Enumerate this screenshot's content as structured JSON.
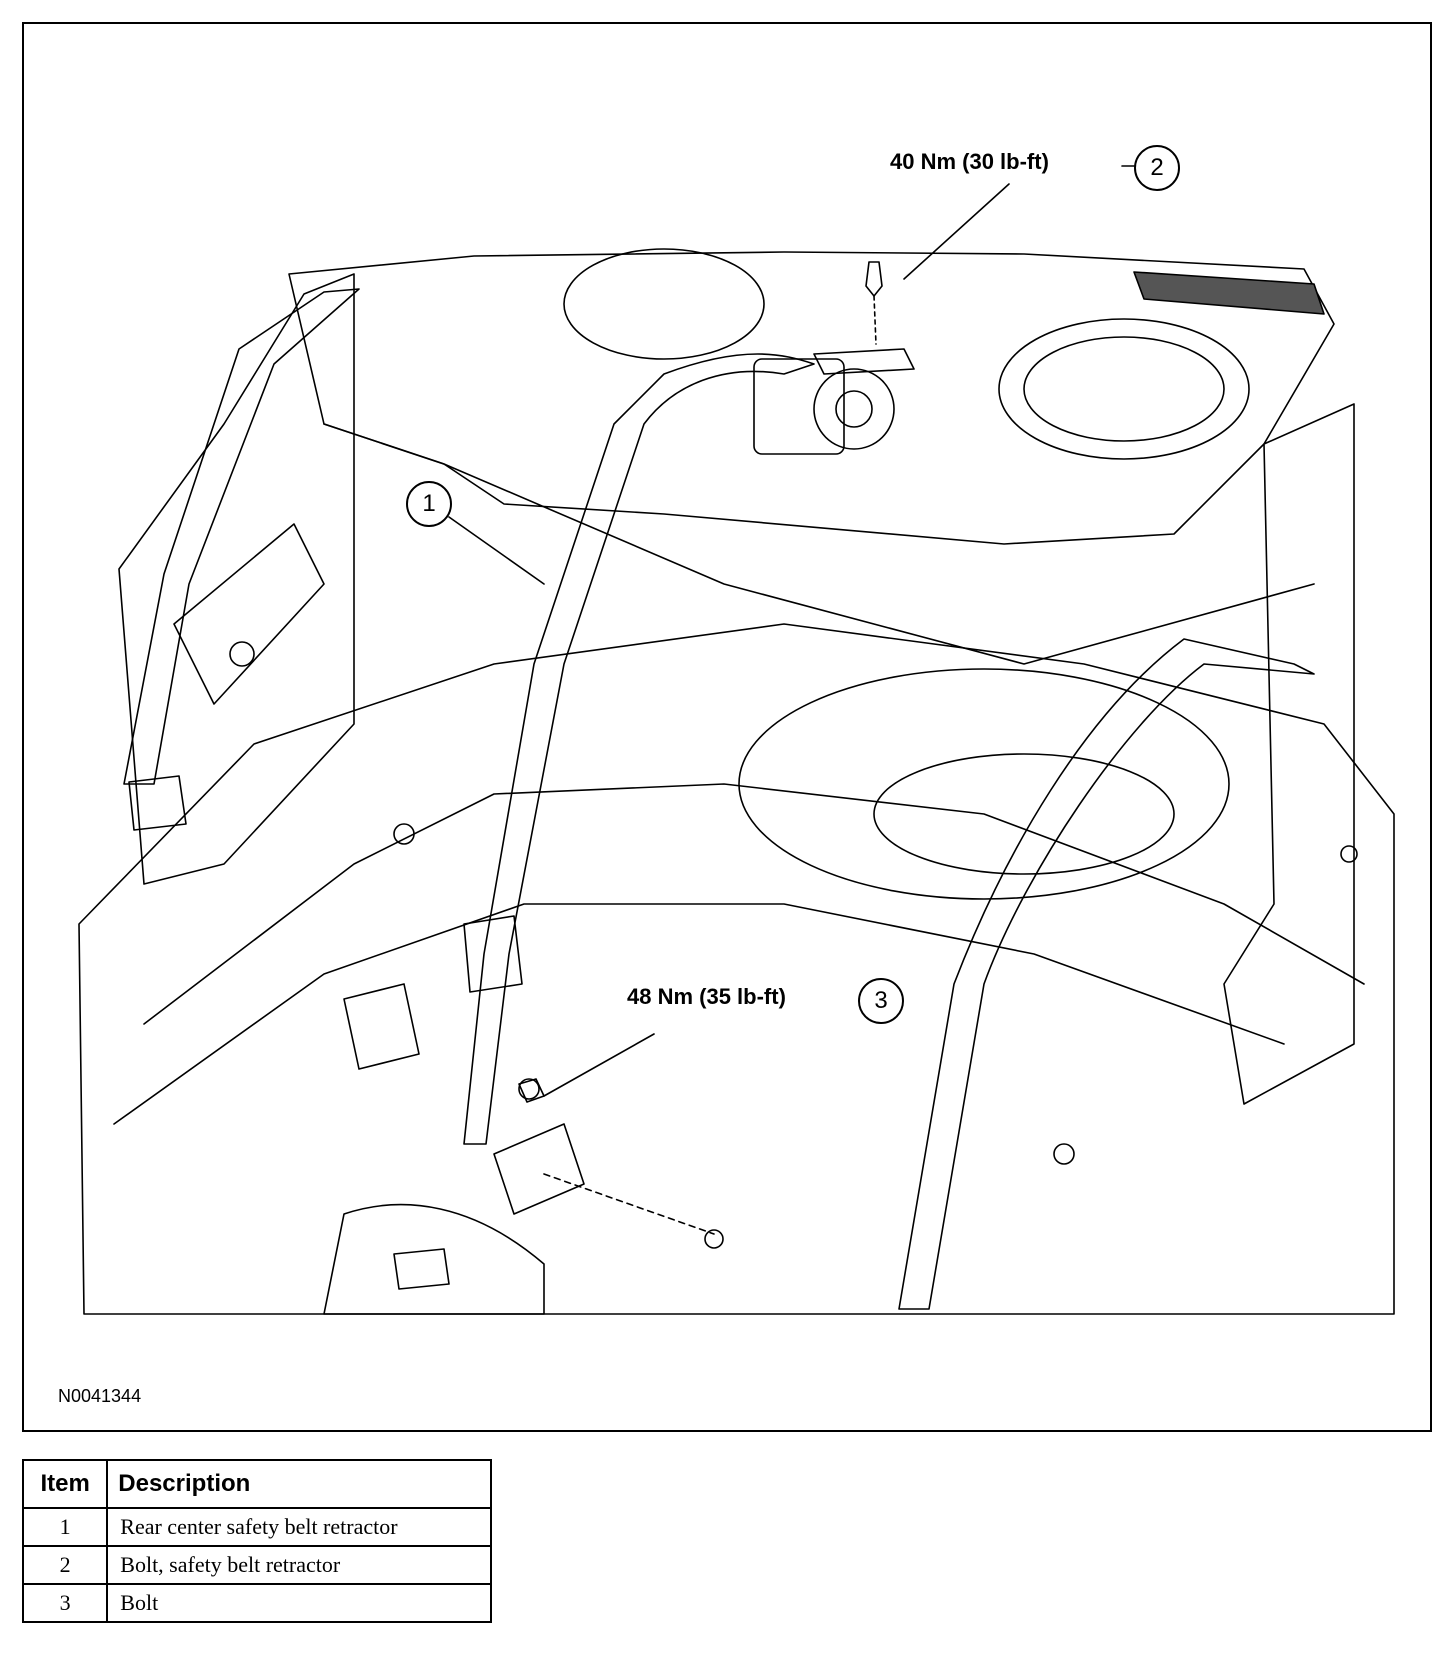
{
  "figure": {
    "id": "N0041344",
    "callouts": [
      {
        "number": "1",
        "torque": ""
      },
      {
        "number": "2",
        "torque": "40 Nm (30 lb-ft)"
      },
      {
        "number": "3",
        "torque": "48 Nm (35 lb-ft)"
      }
    ]
  },
  "legend": {
    "headers": {
      "item": "Item",
      "description": "Description"
    },
    "rows": [
      {
        "item": "1",
        "description": "Rear center safety belt retractor"
      },
      {
        "item": "2",
        "description": "Bolt, safety belt retractor"
      },
      {
        "item": "3",
        "description": "Bolt"
      }
    ]
  }
}
